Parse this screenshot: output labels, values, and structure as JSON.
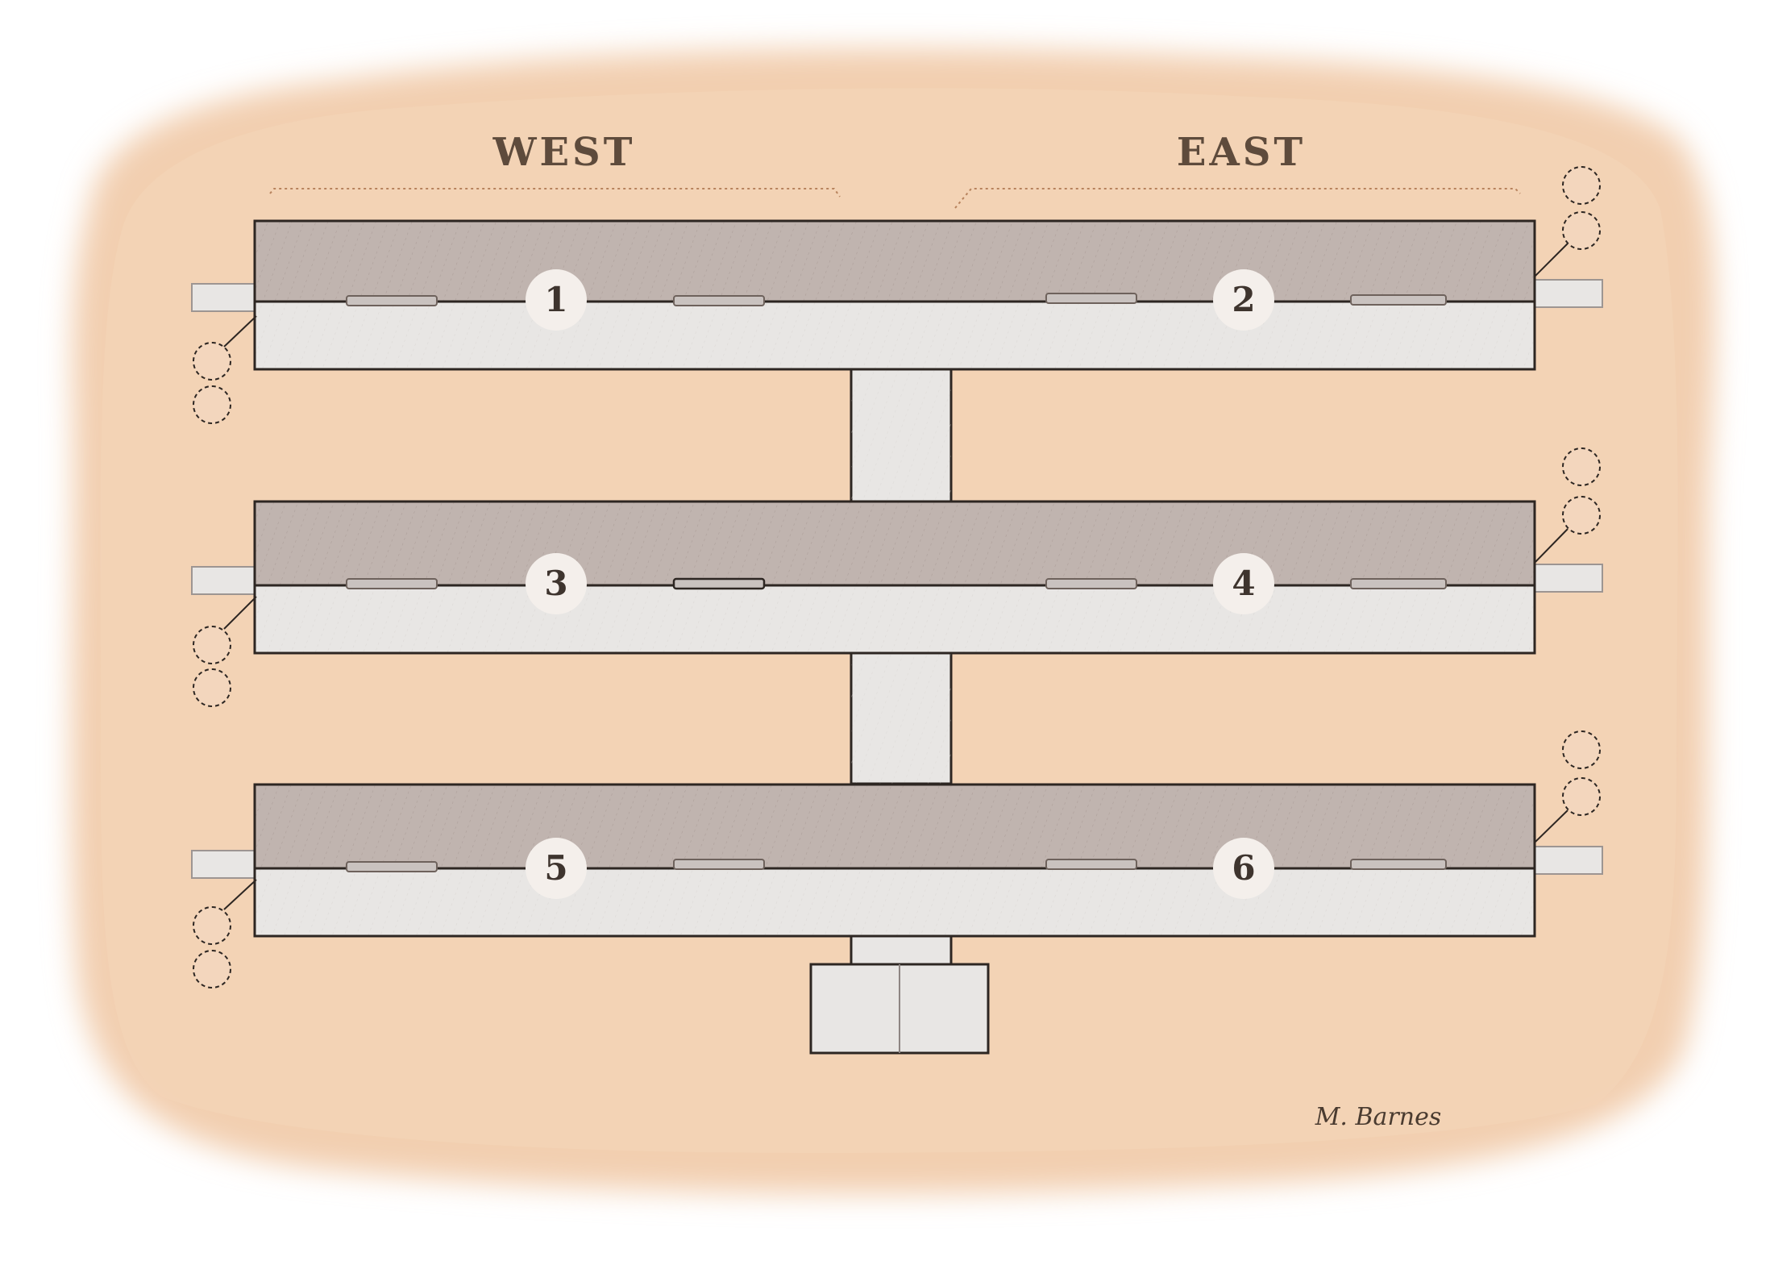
{
  "header": {
    "west_label": "WEST",
    "east_label": "EAST"
  },
  "buildings": [
    {
      "west_number": "1",
      "east_number": "2"
    },
    {
      "west_number": "3",
      "east_number": "4"
    },
    {
      "west_number": "5",
      "east_number": "6"
    }
  ],
  "signature": "M. Barnes",
  "colors": {
    "wash": "#f2cfb0",
    "roof_dark": "#bfb2ad",
    "roof_light": "#e6e3e1",
    "outline": "#2d2622",
    "label": "#5e4b3c",
    "badge": "#f4efeb"
  }
}
